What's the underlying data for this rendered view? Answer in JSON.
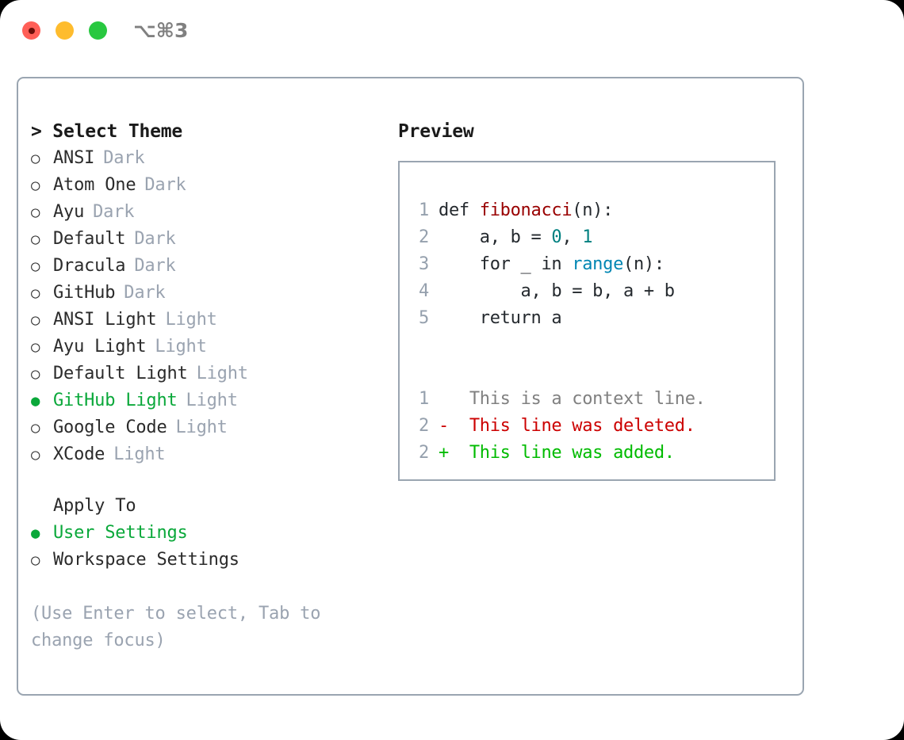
{
  "window": {
    "shortcut_label": "⌥⌘3",
    "traffic_lights": [
      {
        "name": "close",
        "color": "#ff5f57"
      },
      {
        "name": "minimize",
        "color": "#febc2e"
      },
      {
        "name": "maximize",
        "color": "#28c840"
      }
    ]
  },
  "theme_picker": {
    "title": "> Select Theme",
    "marker_unselected": "○",
    "marker_selected": "●",
    "items": [
      {
        "name": "ANSI",
        "category": "Dark",
        "selected": false
      },
      {
        "name": "Atom One",
        "category": "Dark",
        "selected": false
      },
      {
        "name": "Ayu",
        "category": "Dark",
        "selected": false
      },
      {
        "name": "Default",
        "category": "Dark",
        "selected": false
      },
      {
        "name": "Dracula",
        "category": "Dark",
        "selected": false
      },
      {
        "name": "GitHub",
        "category": "Dark",
        "selected": false
      },
      {
        "name": "ANSI Light",
        "category": "Light",
        "selected": false
      },
      {
        "name": "Ayu Light",
        "category": "Light",
        "selected": false
      },
      {
        "name": "Default Light",
        "category": "Light",
        "selected": false
      },
      {
        "name": "GitHub Light",
        "category": "Light",
        "selected": true
      },
      {
        "name": "Google Code",
        "category": "Light",
        "selected": false
      },
      {
        "name": "XCode",
        "category": "Light",
        "selected": false
      }
    ]
  },
  "apply_to": {
    "title": "Apply To",
    "options": [
      {
        "label": "User Settings",
        "selected": true
      },
      {
        "label": "Workspace Settings",
        "selected": false
      }
    ]
  },
  "hint": "(Use Enter to select, Tab to change focus)",
  "preview": {
    "title": "Preview",
    "code_lines": [
      {
        "lno": "1",
        "tokens": [
          {
            "text": "def ",
            "cls": "t-kw"
          },
          {
            "text": "fibonacci",
            "cls": "t-fn"
          },
          {
            "text": "(n):",
            "cls": "t-plain"
          }
        ]
      },
      {
        "lno": "2",
        "tokens": [
          {
            "text": "    a, b = ",
            "cls": "t-plain"
          },
          {
            "text": "0",
            "cls": "t-num"
          },
          {
            "text": ", ",
            "cls": "t-plain"
          },
          {
            "text": "1",
            "cls": "t-num"
          }
        ]
      },
      {
        "lno": "3",
        "tokens": [
          {
            "text": "    for _ in ",
            "cls": "t-kw"
          },
          {
            "text": "range",
            "cls": "t-bi"
          },
          {
            "text": "(n):",
            "cls": "t-plain"
          }
        ]
      },
      {
        "lno": "4",
        "tokens": [
          {
            "text": "        a, b = b, a + b",
            "cls": "t-plain"
          }
        ]
      },
      {
        "lno": "5",
        "tokens": [
          {
            "text": "    return a",
            "cls": "t-kw"
          }
        ]
      }
    ],
    "diff_lines": [
      {
        "lno": "1",
        "marker": " ",
        "text": "This is a context line.",
        "kind": "d-ctx"
      },
      {
        "lno": "2",
        "marker": "-",
        "text": "This line was deleted.",
        "kind": "d-del"
      },
      {
        "lno": "2",
        "marker": "+",
        "text": "This line was added.",
        "kind": "d-add"
      }
    ]
  },
  "colors": {
    "accent_green": "#0aa83a",
    "border": "#9aa5b1",
    "muted_text": "#9aa3b0",
    "diff_add": "#00bb00",
    "diff_del": "#cc0000",
    "diff_ctx": "#808080",
    "syntax_function": "#990000",
    "syntax_number": "#008080",
    "syntax_builtin": "#0086b3"
  }
}
